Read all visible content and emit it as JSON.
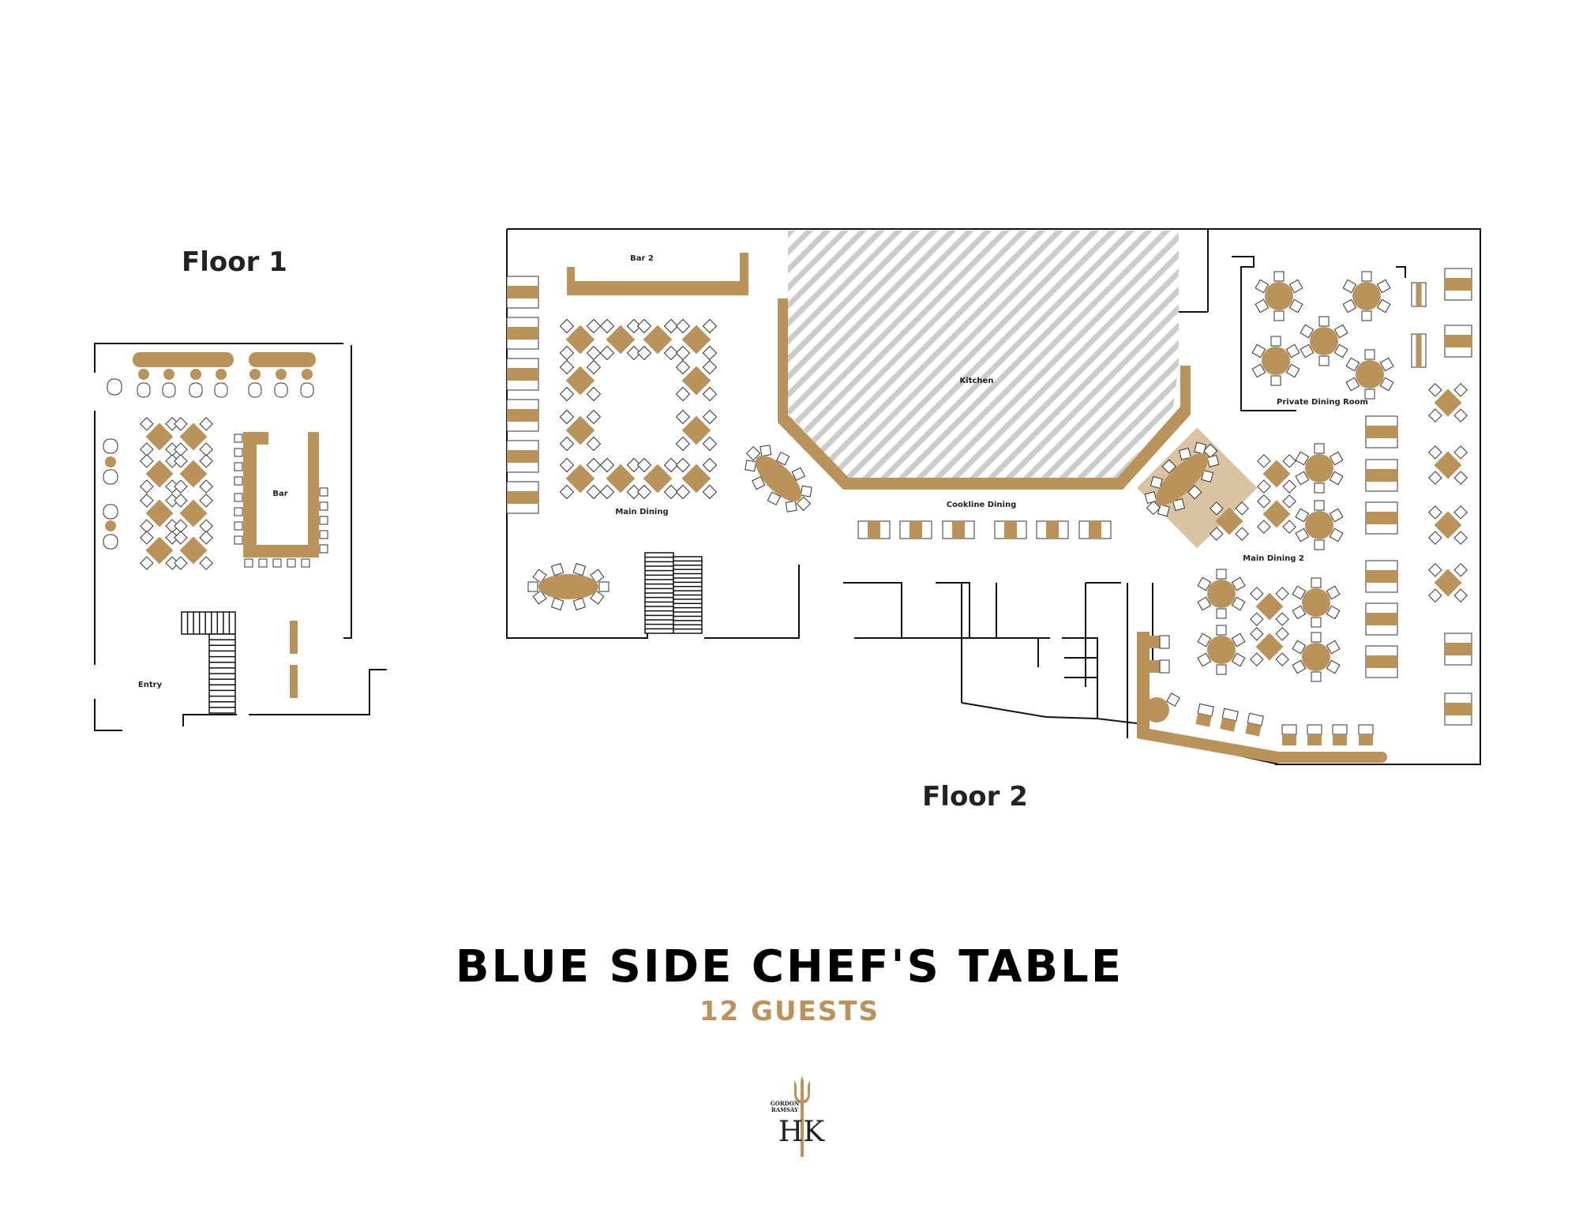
{
  "floor1": {
    "title": "Floor 1",
    "labels": {
      "bar": "Bar",
      "entry": "Entry"
    }
  },
  "floor2": {
    "title": "Floor 2",
    "labels": {
      "bar2": "Bar 2",
      "kitchen": "Kitchen",
      "main_dining": "Main Dining",
      "cookline_dining": "Cookline Dining",
      "private_dining_room": "Private Dining Room",
      "main_dining_2": "Main Dining 2"
    }
  },
  "event": {
    "title": "BLUE SIDE CHEF'S TABLE",
    "guests": "12 GUESTS"
  },
  "logo": {
    "line1": "GORDON",
    "line2": "RAMSAY",
    "mark": "HK"
  },
  "colors": {
    "accent": "#b9935a",
    "highlight": "#d9c3a0",
    "wall": "#111111",
    "kitchen_hatch": "#c8c8c8"
  }
}
